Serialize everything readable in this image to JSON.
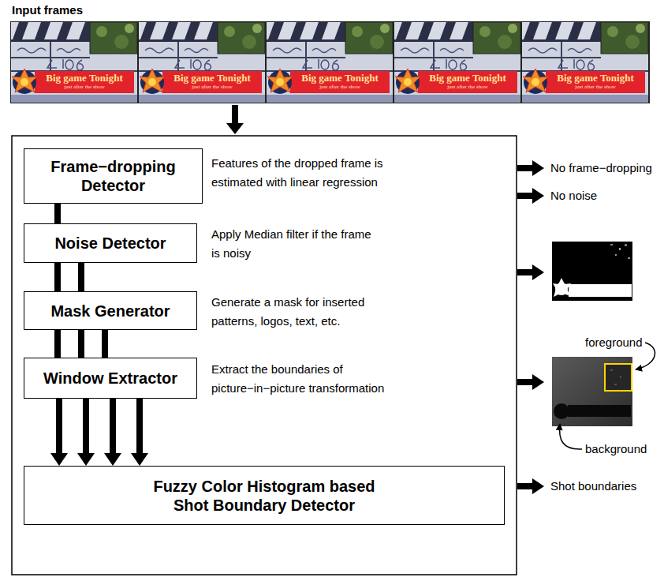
{
  "diagram": {
    "nodes": [
      {
        "text": [
          "Frame−dropping Detector"
        ]
      },
      {
        "text": [
          "Noise Detector"
        ]
      },
      {
        "text": [
          "Mask Generator"
        ]
      },
      {
        "text": [
          "Window Extractor"
        ]
      },
      {
        "text": [
          "Fuzzy Color Histogram based Shot Boundary Detector"
        ]
      }
    ],
    "edges": [
      {
        "from": 0,
        "to": 1,
        "arrow": "none"
      },
      {
        "from": 1,
        "to": 2,
        "arrow": "none"
      },
      {
        "from": 1,
        "to": 2,
        "arrow": "none"
      },
      {
        "from": 2,
        "to": 3,
        "arrow": "none"
      },
      {
        "from": 2,
        "to": 3,
        "arrow": "none"
      },
      {
        "from": 2,
        "to": 3,
        "arrow": "none"
      },
      {
        "from": 3,
        "to": 4,
        "arrow": "to"
      },
      {
        "from": 3,
        "to": 4,
        "arrow": "to"
      },
      {
        "from": 3,
        "to": 4,
        "arrow": "to"
      },
      {
        "from": 3,
        "to": 4,
        "arrow": "to"
      }
    ],
    "labels": [
      "Input frames",
      "Big game Tonight",
      "just after the show",
      "Big game Tonight",
      "just after the show",
      "Big game Tonight",
      "just after the show",
      "Big game Tonight",
      "just after the show",
      "Big game Tonight",
      "just after the show",
      "Features of the dropped frame is estimated with linear regression",
      "Apply Median filter if the frame is noisy",
      "Generate a mask for inserted patterns, logos, text, etc.",
      "Extract the boundaries of picture−in−picture transformation",
      "No frame−dropping",
      "No noise",
      "foreground",
      "background",
      "Shot boundaries"
    ]
  }
}
